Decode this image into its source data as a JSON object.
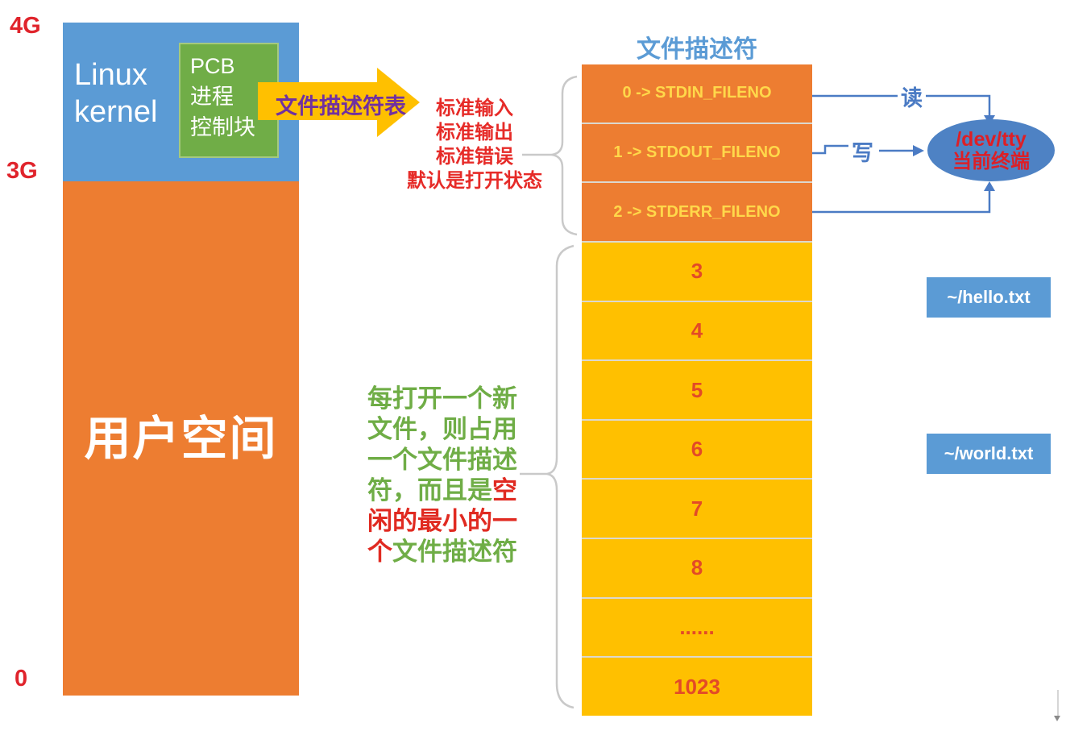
{
  "colors": {
    "kernel_blue": "#5B9BD5",
    "pcb_green": "#70AD47",
    "user_orange": "#ED7D31",
    "fd_gold": "#FFC000",
    "arrow_text_purple": "#7030A0",
    "addr_label_red": "#E0242C",
    "note_red": "#E62B28",
    "note_green": "#6FAD46",
    "connector_blue": "#4B7BC4",
    "tty_fill_blue": "#4E82C4",
    "tty_text_red": "#DD1F26",
    "std_row_text_yellow": "#FFD84A",
    "free_row_text_red": "#E34A27"
  },
  "memory_map": {
    "addr_top": "4G",
    "addr_kernel_base": "3G",
    "addr_bottom": "0",
    "kernel_label": "Linux kernel",
    "pcb_lines": [
      "PCB",
      "进程",
      "控制块"
    ],
    "user_space_label": "用户空间"
  },
  "fd_arrow_label": "文件描述符表",
  "std_note_lines": [
    "标准输入",
    "标准输出",
    "标准错误",
    "默认是打开状态"
  ],
  "fd_table": {
    "title": "文件描述符",
    "std_rows": [
      "0 -> STDIN_FILENO",
      "1 -> STDOUT_FILENO",
      "2 -> STDERR_FILENO"
    ],
    "free_rows": [
      "3",
      "4",
      "5",
      "6",
      "7",
      "8",
      "......",
      "1023"
    ]
  },
  "fd_note": {
    "part1_green": "每打开一个新文件，则占用一个文件描述符，而且是",
    "part2_red": "空闲的最小的一个",
    "part3_green": "文件描述符"
  },
  "io": {
    "read_label": "读",
    "write_label": "写",
    "tty_line1": "/dev/tty",
    "tty_line2": "当前终端",
    "file1": "~/hello.txt",
    "file2": "~/world.txt"
  }
}
